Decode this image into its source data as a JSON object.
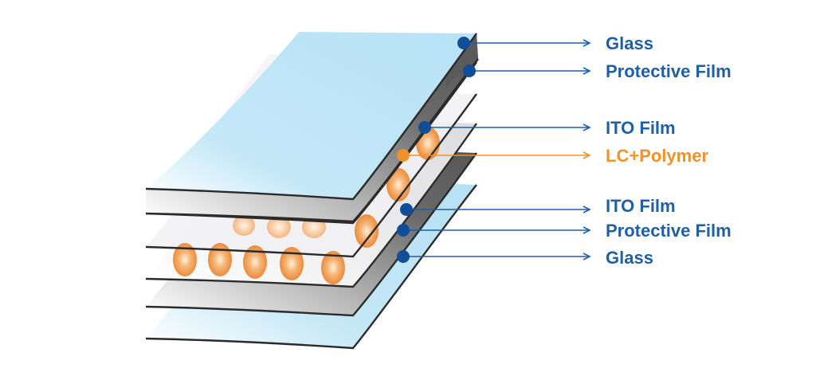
{
  "colors": {
    "label_blue": "#1f5fa5",
    "label_orange": "#f0922b",
    "leader_blue": "#1f5fa5",
    "dot_blue": "#104e99",
    "dot_orange": "#f0922b",
    "glass": "#b9e3f5",
    "protective_film": "#5e5e5e",
    "ito_film": "#e7e7ea",
    "edge_line": "#2b2b2b",
    "lc_droplet": "#f2904a"
  },
  "labels": {
    "glass_top": "Glass",
    "protective_top": "Protective Film",
    "ito_top": "ITO Film",
    "lc_polymer": "LC+Polymer",
    "ito_bottom": "ITO Film",
    "protective_bottom": "Protective Film",
    "glass_bottom": "Glass"
  },
  "icons": {
    "leader_arrow": "arrow-right-icon",
    "leader_dot": "dot-marker-icon",
    "droplet": "lc-droplet-icon"
  }
}
